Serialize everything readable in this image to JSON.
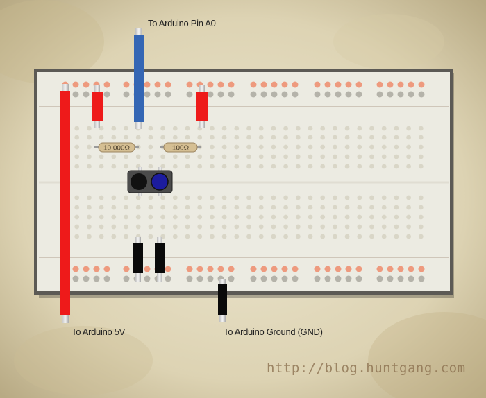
{
  "labels": {
    "pin_a0": "To Arduino Pin A0",
    "five_volt": "To Arduino 5V",
    "ground": "To Arduino Ground (GND)"
  },
  "resistors": [
    {
      "name": "resistor-10k",
      "value": "10,000Ω"
    },
    {
      "name": "resistor-100",
      "value": "100Ω"
    }
  ],
  "watermark": "http://blog.huntgang.com",
  "colors": {
    "background": "#d8cfb1",
    "board": "#ecebe2",
    "board_frame": "#5c5a55",
    "power_hole": "#ee9a7e",
    "ground_hole": "#b5b3aa",
    "wire_red": "#ee1a1a",
    "wire_blue": "#3466b4",
    "wire_black": "#0a0a0a",
    "resistor_body": "#d5bf93",
    "emitter": "#111111",
    "detector": "#1c1c9e"
  }
}
